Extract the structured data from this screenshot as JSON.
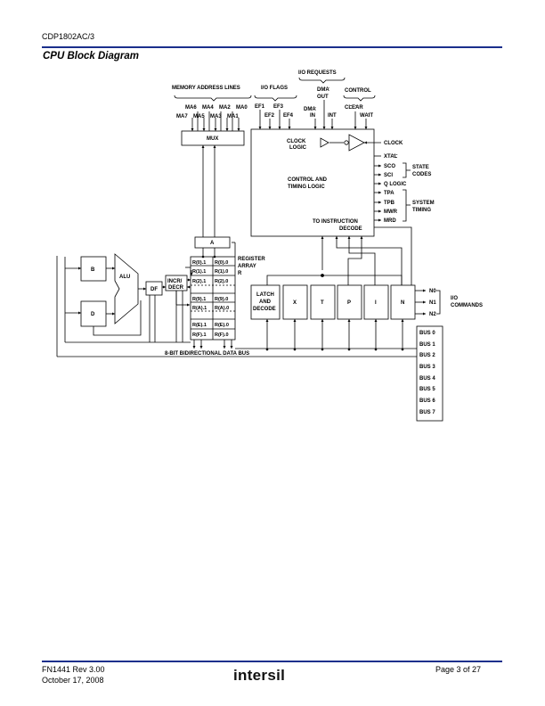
{
  "header": {
    "doc_id": "CDP1802AC/3"
  },
  "page_title": "CPU Block Diagram",
  "diagram": {
    "groups": {
      "io_requests": "I/O REQUESTS",
      "memory_address_lines": "MEMORY ADDRESS LINES",
      "io_flags": "I/O FLAGS",
      "control": "CONTROL",
      "register_array": [
        "REGISTER",
        "ARRAY",
        "R"
      ],
      "state_codes": [
        "STATE",
        "CODES"
      ],
      "system_timing": [
        "SYSTEM",
        "TIMING"
      ],
      "io_commands": [
        "I/O",
        "COMMANDS"
      ],
      "data_bus": "8-BIT BIDIRECTIONAL DATA BUS"
    },
    "address_top": [
      "MA6",
      "MA4",
      "MA2",
      "MA0"
    ],
    "address_bottom": [
      "MA7",
      "MA5",
      "MA3",
      "MA1"
    ],
    "flags_top": [
      "EF1",
      "EF3"
    ],
    "flags_bottom": [
      "EF2",
      "EF4"
    ],
    "dma_out": [
      "DMA",
      "OUT"
    ],
    "dma_in": [
      "DMA",
      "IN"
    ],
    "int_label": "INT",
    "clear_label": "CLEAR",
    "wait_label": "WAIT",
    "mux": "MUX",
    "clock_logic": [
      "CLOCK",
      "LOGIC"
    ],
    "control_timing": [
      "CONTROL AND",
      "TIMING LOGIC"
    ],
    "to_instruction_decode": [
      "TO INSTRUCTION",
      "DECODE"
    ],
    "a_register": "A",
    "b_register": "B",
    "d_register": "D",
    "alu": "ALU",
    "df": "DF",
    "incr_decr": [
      "INCR/",
      "DECR"
    ],
    "registers": [
      [
        "R(0).1",
        "R(0).0"
      ],
      [
        "R(1).1",
        "R(1).0"
      ],
      [
        "R(2).1",
        "R(2).0"
      ],
      [
        "R(9).1",
        "R(9).0"
      ],
      [
        "R(A).1",
        "R(A).0"
      ],
      [
        "R(E).1",
        "R(E).0"
      ],
      [
        "R(F).1",
        "R(F).0"
      ]
    ],
    "latch_decode": [
      "LATCH",
      "AND",
      "DECODE"
    ],
    "decoders": [
      "X",
      "T",
      "P",
      "I",
      "N"
    ],
    "right_signals": [
      "CLOCK",
      "XTAL",
      "SCO",
      "SCI",
      "Q LOGIC",
      "TPA",
      "TPB",
      "MWR",
      "MRD"
    ],
    "io_lines": [
      "N0",
      "N1",
      "N2"
    ],
    "bus_lines": [
      "BUS 0",
      "BUS 1",
      "BUS 2",
      "BUS 3",
      "BUS 4",
      "BUS 5",
      "BUS 6",
      "BUS 7"
    ]
  },
  "footer": {
    "doc_number": "FN1441  Rev 3.00",
    "date": "October 17, 2008",
    "page": "Page 3 of 27",
    "logo": "intersil"
  }
}
